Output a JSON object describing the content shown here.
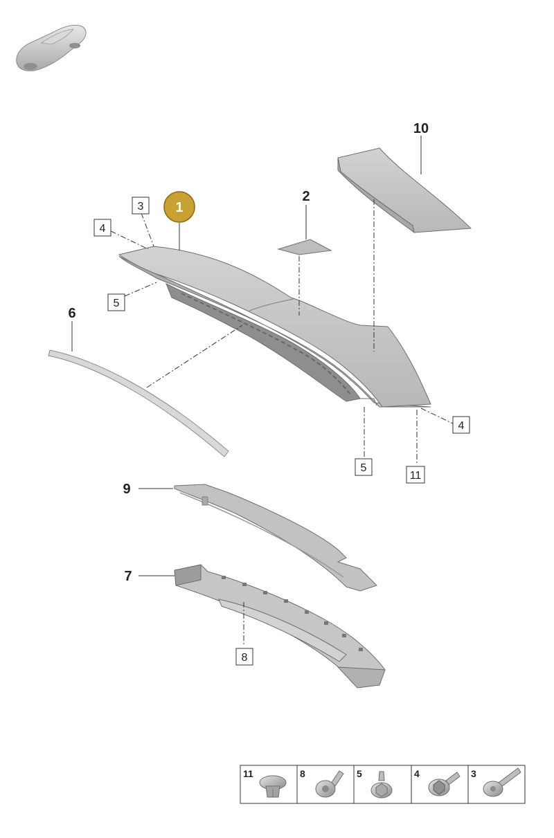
{
  "callouts": {
    "c1": "1",
    "c2": "2",
    "c3": "3",
    "c4a": "4",
    "c4b": "4",
    "c5a": "5",
    "c5b": "5",
    "c6": "6",
    "c7": "7",
    "c8": "8",
    "c9": "9",
    "c10": "10",
    "c11": "11"
  },
  "legend": [
    "11",
    "8",
    "5",
    "4",
    "3"
  ],
  "colors": {
    "highlight": "#c9a032",
    "part_fill": "#c4c4c4",
    "part_dark": "#9e9e9e",
    "line": "#333333"
  }
}
